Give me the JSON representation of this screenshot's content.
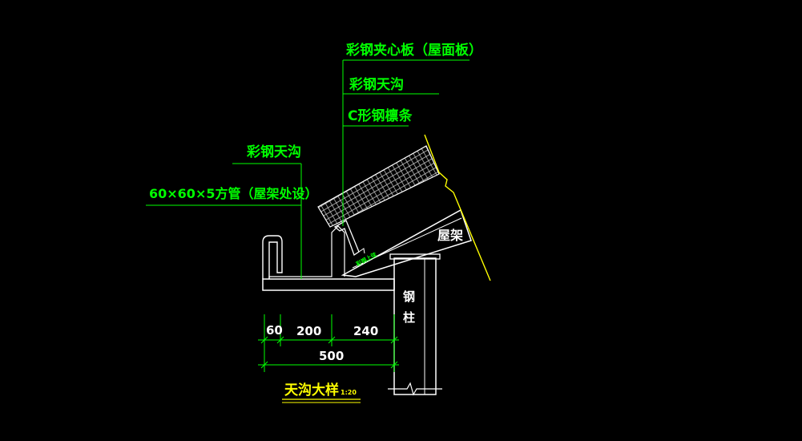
{
  "labels": {
    "sandwich_panel": "彩钢夹心板（屋面板）",
    "gutter_right": "彩钢天沟",
    "purlin": "C形钢檩条",
    "gutter_left": "彩钢天沟",
    "square_tube": "60×60×5方管（屋架处设）",
    "roof_truss": "屋架",
    "steel_column_1": "钢",
    "steel_column_2": "柱",
    "small_note": "彩钢上弦"
  },
  "dimensions": {
    "d60": "60",
    "d200": "200",
    "d240": "240",
    "d500": "500"
  },
  "title": {
    "text": "天沟大样",
    "scale": "1:20"
  },
  "colors": {
    "background": "#000000",
    "outline": "#ffffff",
    "leader": "#00ff00",
    "hatch": "#ffffff",
    "break_line": "#ffff00",
    "text_green": "#00ff00",
    "text_white": "#ffffff",
    "text_yellow": "#ffff00"
  }
}
